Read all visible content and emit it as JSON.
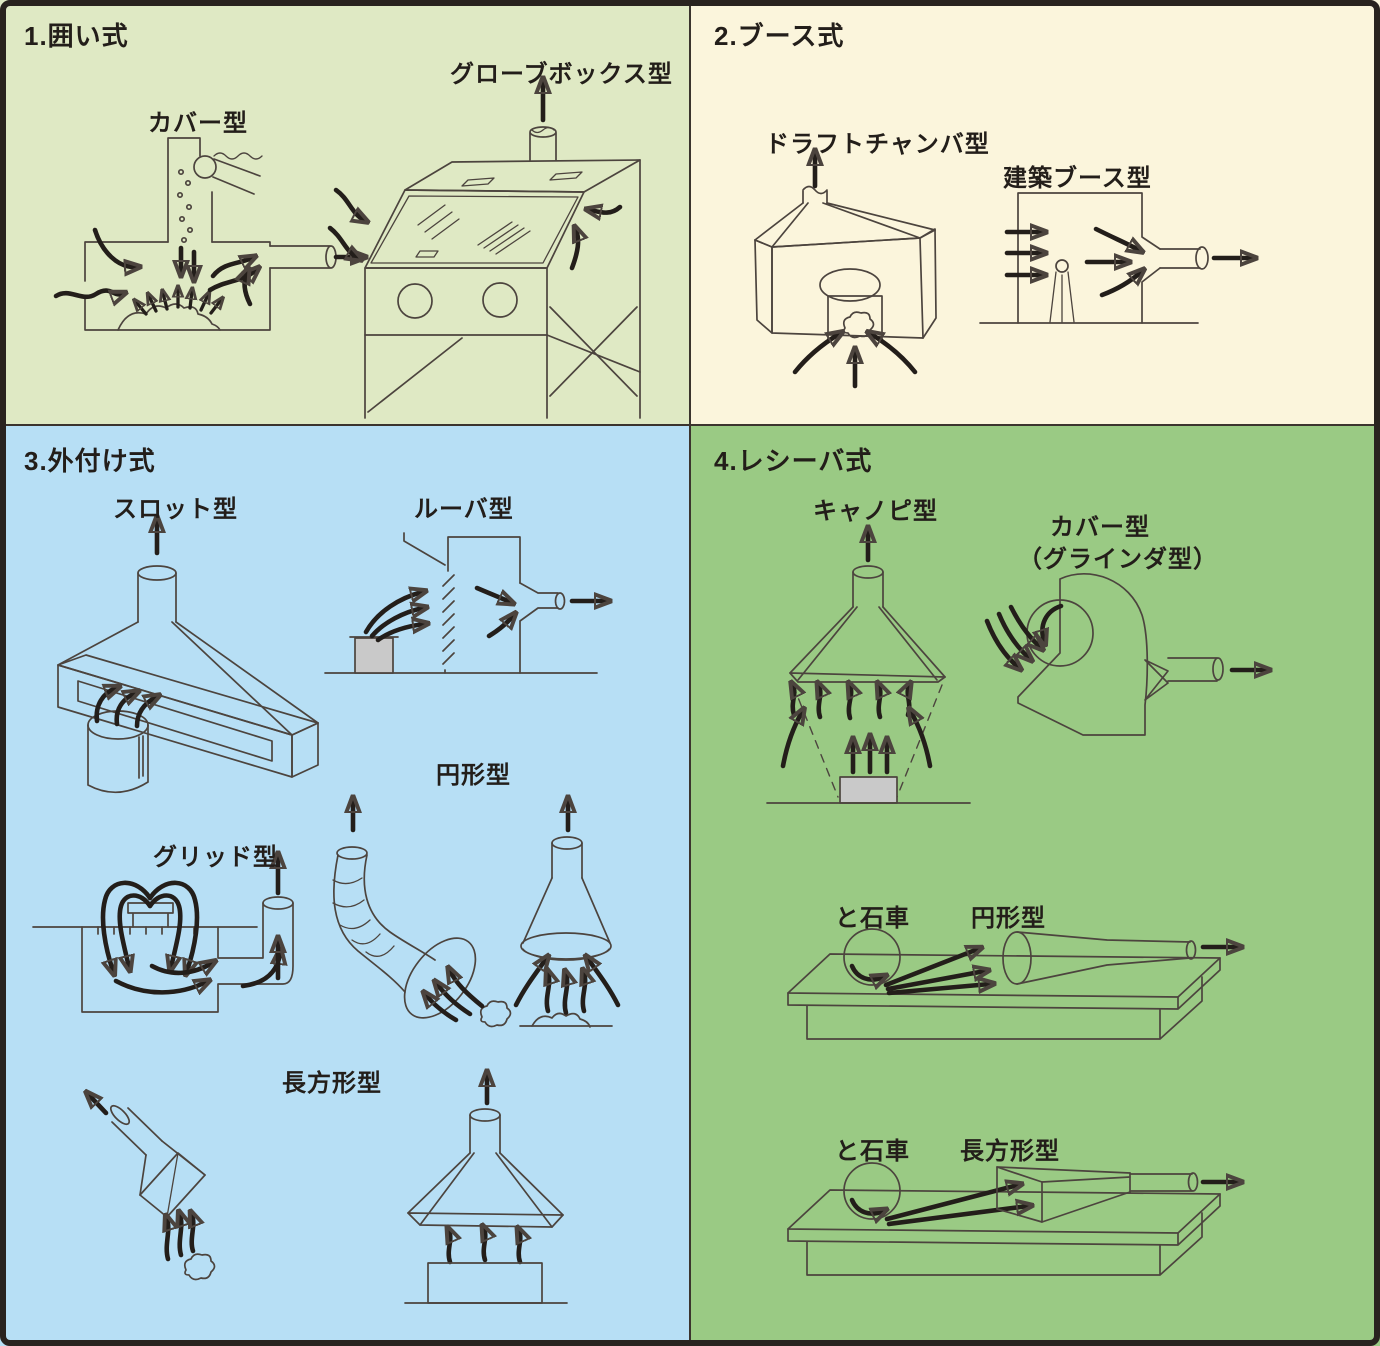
{
  "page": {
    "frame_color": "#29231f",
    "line_color": "#4c443e",
    "arrow_color": "#231e1a",
    "gray_fill": "#c9c9c9"
  },
  "quadrants": [
    {
      "title": "1.囲い式",
      "bg": "#dfe9c4",
      "labels": {
        "cover": "カバー型",
        "glovebox": "グローブボックス型"
      }
    },
    {
      "title": "2.ブース式",
      "bg": "#fbf5dc",
      "labels": {
        "draft_chamber": "ドラフトチャンバ型",
        "building_booth": "建築ブース型"
      }
    },
    {
      "title": "3.外付け式",
      "bg": "#b7dff5",
      "labels": {
        "slot": "スロット型",
        "louver": "ルーバ型",
        "grid": "グリッド型",
        "circular": "円形型",
        "rectangular": "長方形型"
      }
    },
    {
      "title": "4.レシーバ式",
      "bg": "#9aca84",
      "labels": {
        "canopy": "キャノピ型",
        "cover": "カバー型",
        "cover_sub": "（グラインダ型）",
        "wheel1": "と石車",
        "circular": "円形型",
        "wheel2": "と石車",
        "rectangular": "長方形型"
      }
    }
  ]
}
